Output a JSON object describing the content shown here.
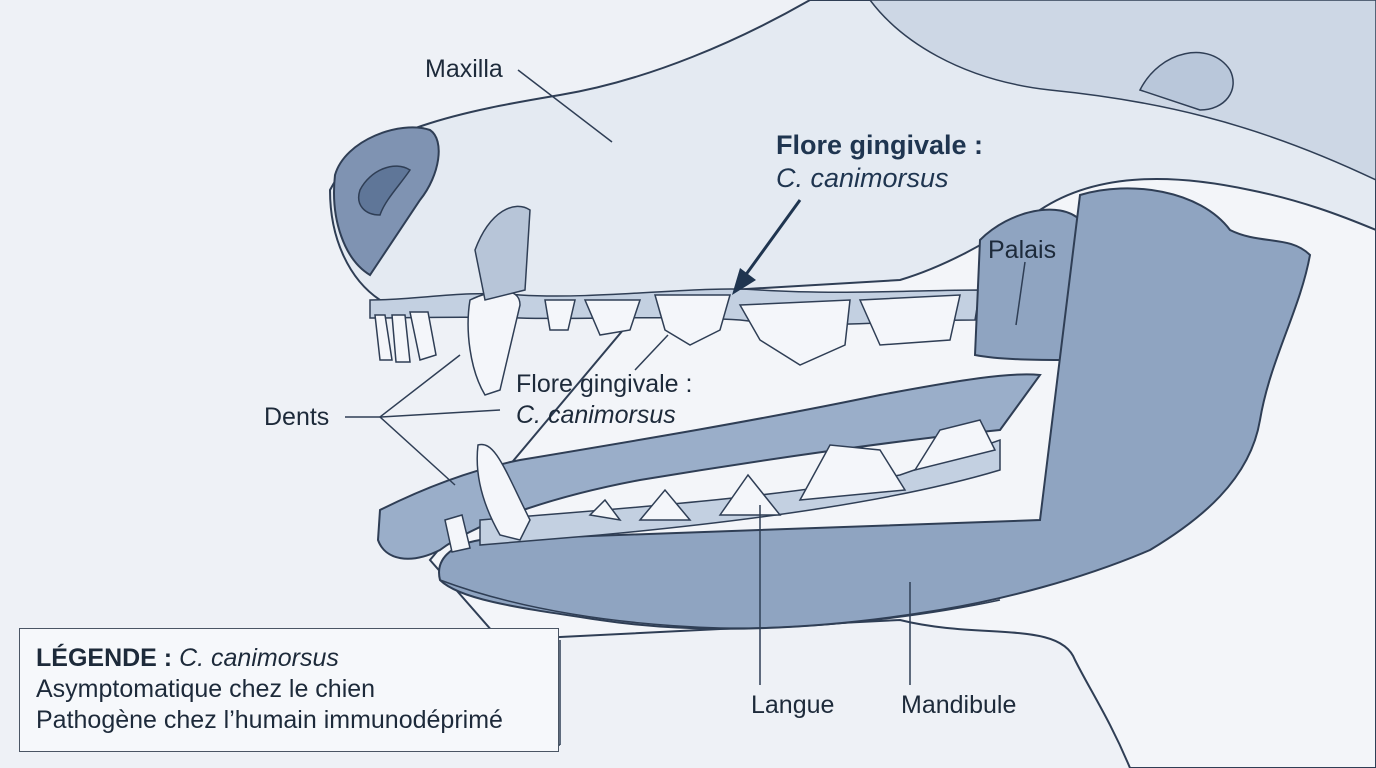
{
  "labels": {
    "maxilla": "Maxilla",
    "palais": "Palais",
    "dents": "Dents",
    "langue": "Langue",
    "mandibule": "Mandibule"
  },
  "callout_primary": {
    "title": "Flore gingivale :",
    "species": "C. canimorsus"
  },
  "callout_secondary": {
    "title": "Flore gingivale :",
    "species": "C. canimorsus"
  },
  "legend": {
    "heading": "LÉGENDE :",
    "species": "C. canimorsus",
    "lines": [
      "Asymptomatique chez le chien",
      "Pathogène chez l’humain immunodéprimé"
    ]
  },
  "colors": {
    "background": "#eef1f6",
    "bone_light": "#e3e9f1",
    "tissue_blue": "#8fa4c1",
    "tissue_dark": "#5f7698",
    "outline": "#2f3e55",
    "tooth": "#f4f6fa"
  }
}
